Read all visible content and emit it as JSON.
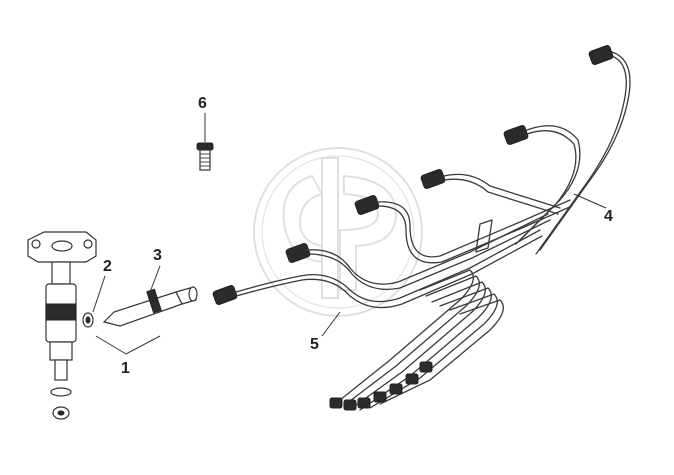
{
  "callouts": {
    "c1": "1",
    "c2": "2",
    "c3": "3",
    "c4": "4",
    "c5": "5",
    "c6": "6"
  },
  "colors": {
    "ink": "#333333",
    "watermark": "#c8c8c8",
    "background": "#ffffff"
  }
}
